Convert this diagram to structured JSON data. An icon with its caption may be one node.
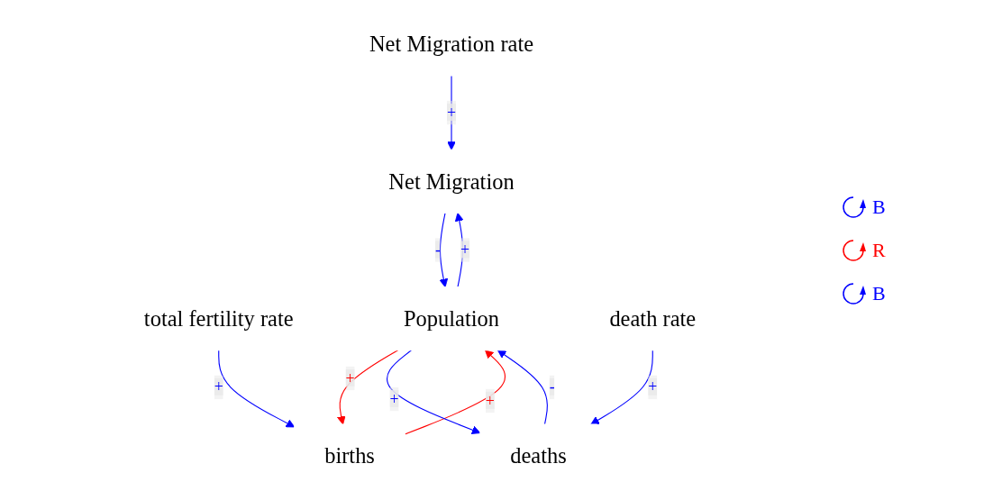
{
  "diagram": {
    "nodes": [
      {
        "text": [
          "Net Migration"
        ]
      },
      {
        "text": [
          "Net Migration rate"
        ]
      },
      {
        "text": [
          "total fertility rate"
        ]
      },
      {
        "text": [
          "Population"
        ]
      },
      {
        "text": [
          "death rate"
        ]
      },
      {
        "text": [
          "births"
        ]
      },
      {
        "text": [
          "deaths"
        ]
      }
    ],
    "edges": [
      {
        "from": 1,
        "to": 0,
        "arrow": "to",
        "label": "+"
      },
      {
        "from": 0,
        "to": 3,
        "arrow": "to",
        "label": "-"
      },
      {
        "from": 3,
        "to": 0,
        "arrow": "to",
        "label": "+"
      },
      {
        "from": 3,
        "to": 5,
        "arrow": "to",
        "label": "+",
        "color": "#ff0000"
      },
      {
        "from": 5,
        "to": 3,
        "arrow": "to",
        "label": "+",
        "color": "#ff0000"
      },
      {
        "from": 2,
        "to": 5,
        "arrow": "to",
        "label": "+"
      },
      {
        "from": 3,
        "to": 6,
        "arrow": "to",
        "label": "+"
      },
      {
        "from": 6,
        "to": 3,
        "arrow": "to",
        "label": "-"
      },
      {
        "from": 4,
        "to": 6,
        "arrow": "to",
        "label": "+"
      }
    ],
    "labels": [
      "B",
      "R",
      "B"
    ]
  }
}
